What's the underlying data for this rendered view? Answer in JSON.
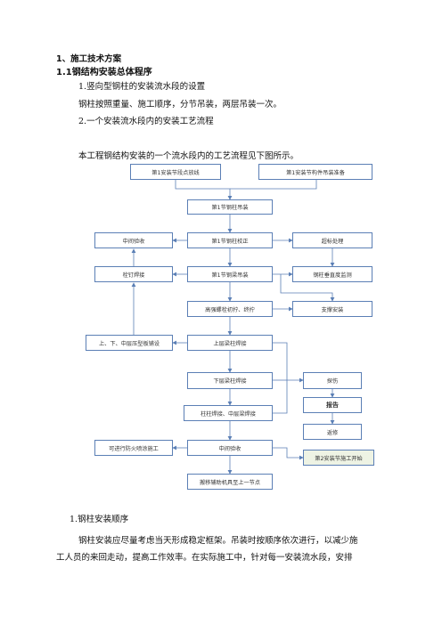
{
  "headings": {
    "section": "1、施工技术方案",
    "subsection": "1.1钢结构安装总体程序"
  },
  "paragraphs": {
    "item1": "1.竖向型钢柱的安装流水段的设置",
    "item1_text": "钢柱按照重量、施工顺序，分节吊装，两层吊装一次。",
    "item2": "2.一个安装流水段内的安装工艺流程",
    "intro": "本工程钢结构安装的一个流水段内的工艺流程见下图所示。",
    "item3": "1.钢柱安装顺序",
    "body1": "钢柱安装应尽量考虑当天形成稳定框架。吊装时按顺序依次进行，以减少施",
    "body2": "工人员的来回走动，提高工作效率。在实际施工中，针对每一安装流水段，安排"
  },
  "flow": {
    "b1": "第1安装节段点放线",
    "b2": "第1安装节构件吊装准备",
    "b3": "第1节钢柱吊装",
    "b4": "中间验收",
    "b5": "第1节钢柱校正",
    "b6": "超标处理",
    "b7": "栓钉焊接",
    "b8": "第1节钢梁吊装",
    "b9": "钢柱垂直度监测",
    "b10": "高强螺栓初拧、终拧",
    "b11": "支撑安装",
    "b12": "上、下、中层压型板铺设",
    "b13": "上层梁柱焊接",
    "b14": "下层梁柱焊接",
    "b15": "探伤",
    "b16": "柱柱焊接、中层梁焊接",
    "b17": "报告",
    "b18": "返修",
    "b19": "可进行防火喷涂施工",
    "b20": "中间验收",
    "b21": "第2安装节施工开始",
    "b22": "搬移辅助机具至上一节点"
  }
}
